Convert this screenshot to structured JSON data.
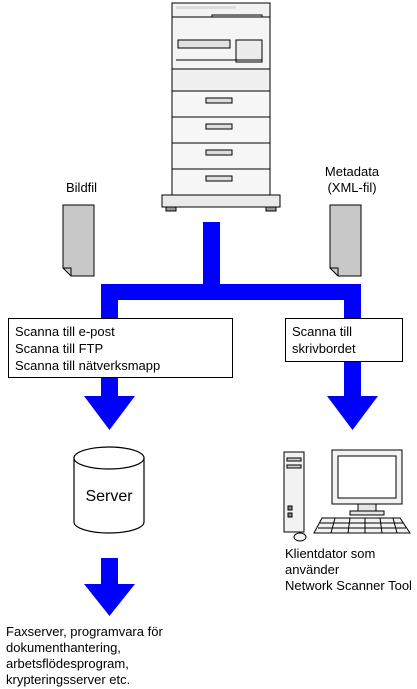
{
  "labels": {
    "image_file": "Bildfil",
    "metadata_line1": "Metadata",
    "metadata_line2": "(XML-fil)"
  },
  "left_box": {
    "line1": "Scanna till e-post",
    "line2": "Scanna till FTP",
    "line3": "Scanna till nätverksmapp"
  },
  "right_box": {
    "line1": "Scanna till",
    "line2": "skrivbordet"
  },
  "server": {
    "label": "Server"
  },
  "client": {
    "line1": "Klientdator som använder",
    "line2": "Network Scanner Tool"
  },
  "destinations": {
    "line1": "Faxserver, programvara för",
    "line2": "dokumenthantering,",
    "line3": "arbetsflödesprogram,",
    "line4": "krypteringsserver etc."
  },
  "colors": {
    "flow": "#0000ff",
    "document_fill": "#c8c8c8"
  }
}
